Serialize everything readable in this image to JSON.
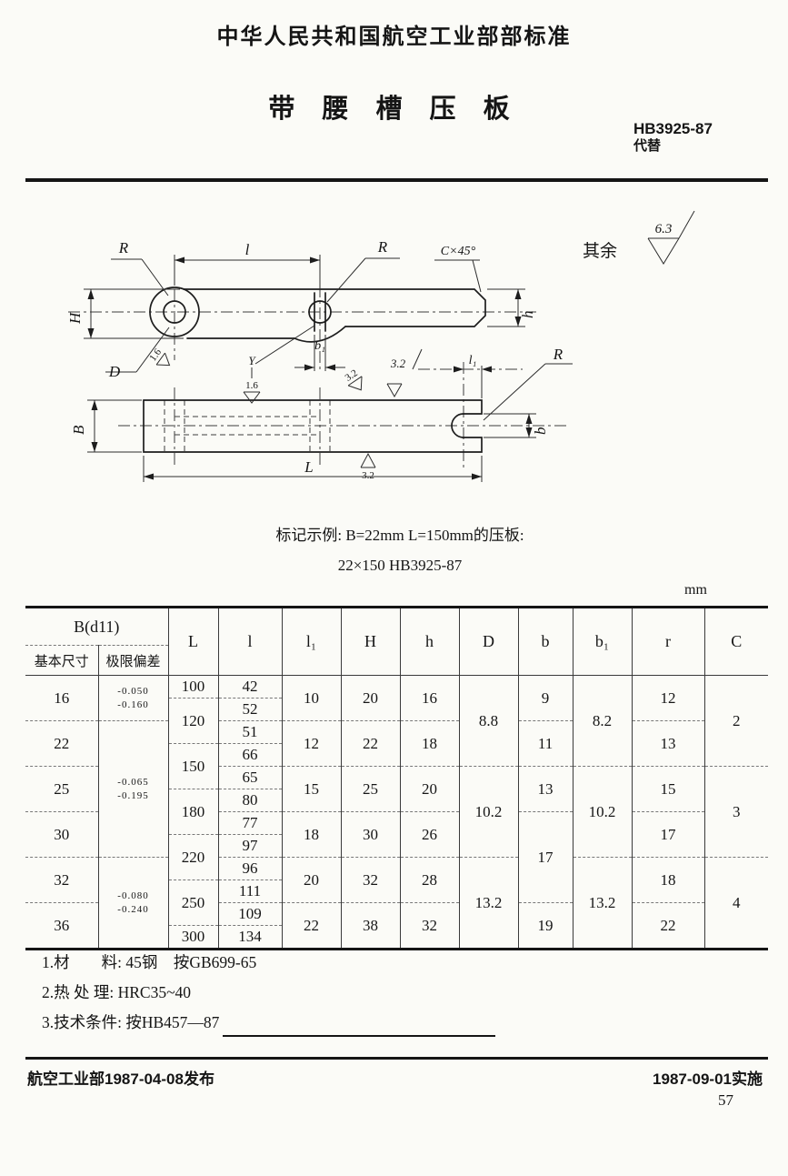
{
  "page": {
    "ministry_line": "中华人民共和国航空工业部部标准",
    "title": "带 腰 槽 压 板",
    "standard_code": "HB3925-87",
    "replaces_label": "代替",
    "unit_label": "mm",
    "page_number": "57"
  },
  "marking_example": {
    "line1": "标记示例: B=22mm   L=150mm的压板:",
    "line2": "22×150   HB3925-87"
  },
  "drawing": {
    "rest_prefix": "其余",
    "rest_value": "6.3",
    "labels": {
      "r1": "R",
      "l": "l",
      "r2": "R",
      "chamfer": "C×45°",
      "H": "H",
      "h": "h",
      "D": "D",
      "y": "Y",
      "b1": "b₁",
      "l1": "l₁",
      "r3": "R",
      "B": "B",
      "b": "b",
      "L": "L"
    },
    "roughness": {
      "ra16a": "1.6",
      "ra16b": "1.6",
      "ra32a": "3.2",
      "ra32b": "3.2",
      "ra32c": "3.2"
    }
  },
  "table": {
    "header": {
      "b_d11": "B(d11)",
      "basic_size": "基本尺寸",
      "limit_dev": "极限偏差",
      "cols": [
        "L",
        "l",
        "l₁",
        "H",
        "h",
        "D",
        "b",
        "b₁",
        "r",
        "C"
      ]
    },
    "body": {
      "B": [
        "16",
        "22",
        "25",
        "30",
        "32",
        "36"
      ],
      "dev": [
        [
          "-0.050",
          "-0.160"
        ],
        [
          "-0.065",
          "-0.195"
        ],
        [
          "-0.080",
          "-0.240"
        ]
      ],
      "L": [
        "100",
        "120",
        "150",
        "180",
        "220",
        "250",
        "300"
      ],
      "l": [
        "42",
        "52",
        "51",
        "66",
        "65",
        "80",
        "77",
        "97",
        "96",
        "111",
        "109",
        "134"
      ],
      "l1": [
        "10",
        "12",
        "15",
        "18",
        "20",
        "22"
      ],
      "H": [
        "20",
        "22",
        "25",
        "30",
        "32",
        "38"
      ],
      "h": [
        "16",
        "18",
        "20",
        "26",
        "28",
        "32"
      ],
      "D": [
        "8.8",
        "10.2",
        "13.2"
      ],
      "b_col": [
        "9",
        "11",
        "13",
        "17",
        "19"
      ],
      "b1": [
        "8.2",
        "10.2",
        "13.2"
      ],
      "r": [
        "12",
        "13",
        "15",
        "17",
        "18",
        "22"
      ],
      "C": [
        "2",
        "3",
        "4"
      ]
    }
  },
  "notes": {
    "n1": "1.材　　料: 45钢　按GB699-65",
    "n2": "2.热 处 理: HRC35~40",
    "n3": "3.技术条件: 按HB457—87"
  },
  "footer": {
    "left": "航空工业部1987-04-08发布",
    "right": "1987-09-01实施"
  }
}
